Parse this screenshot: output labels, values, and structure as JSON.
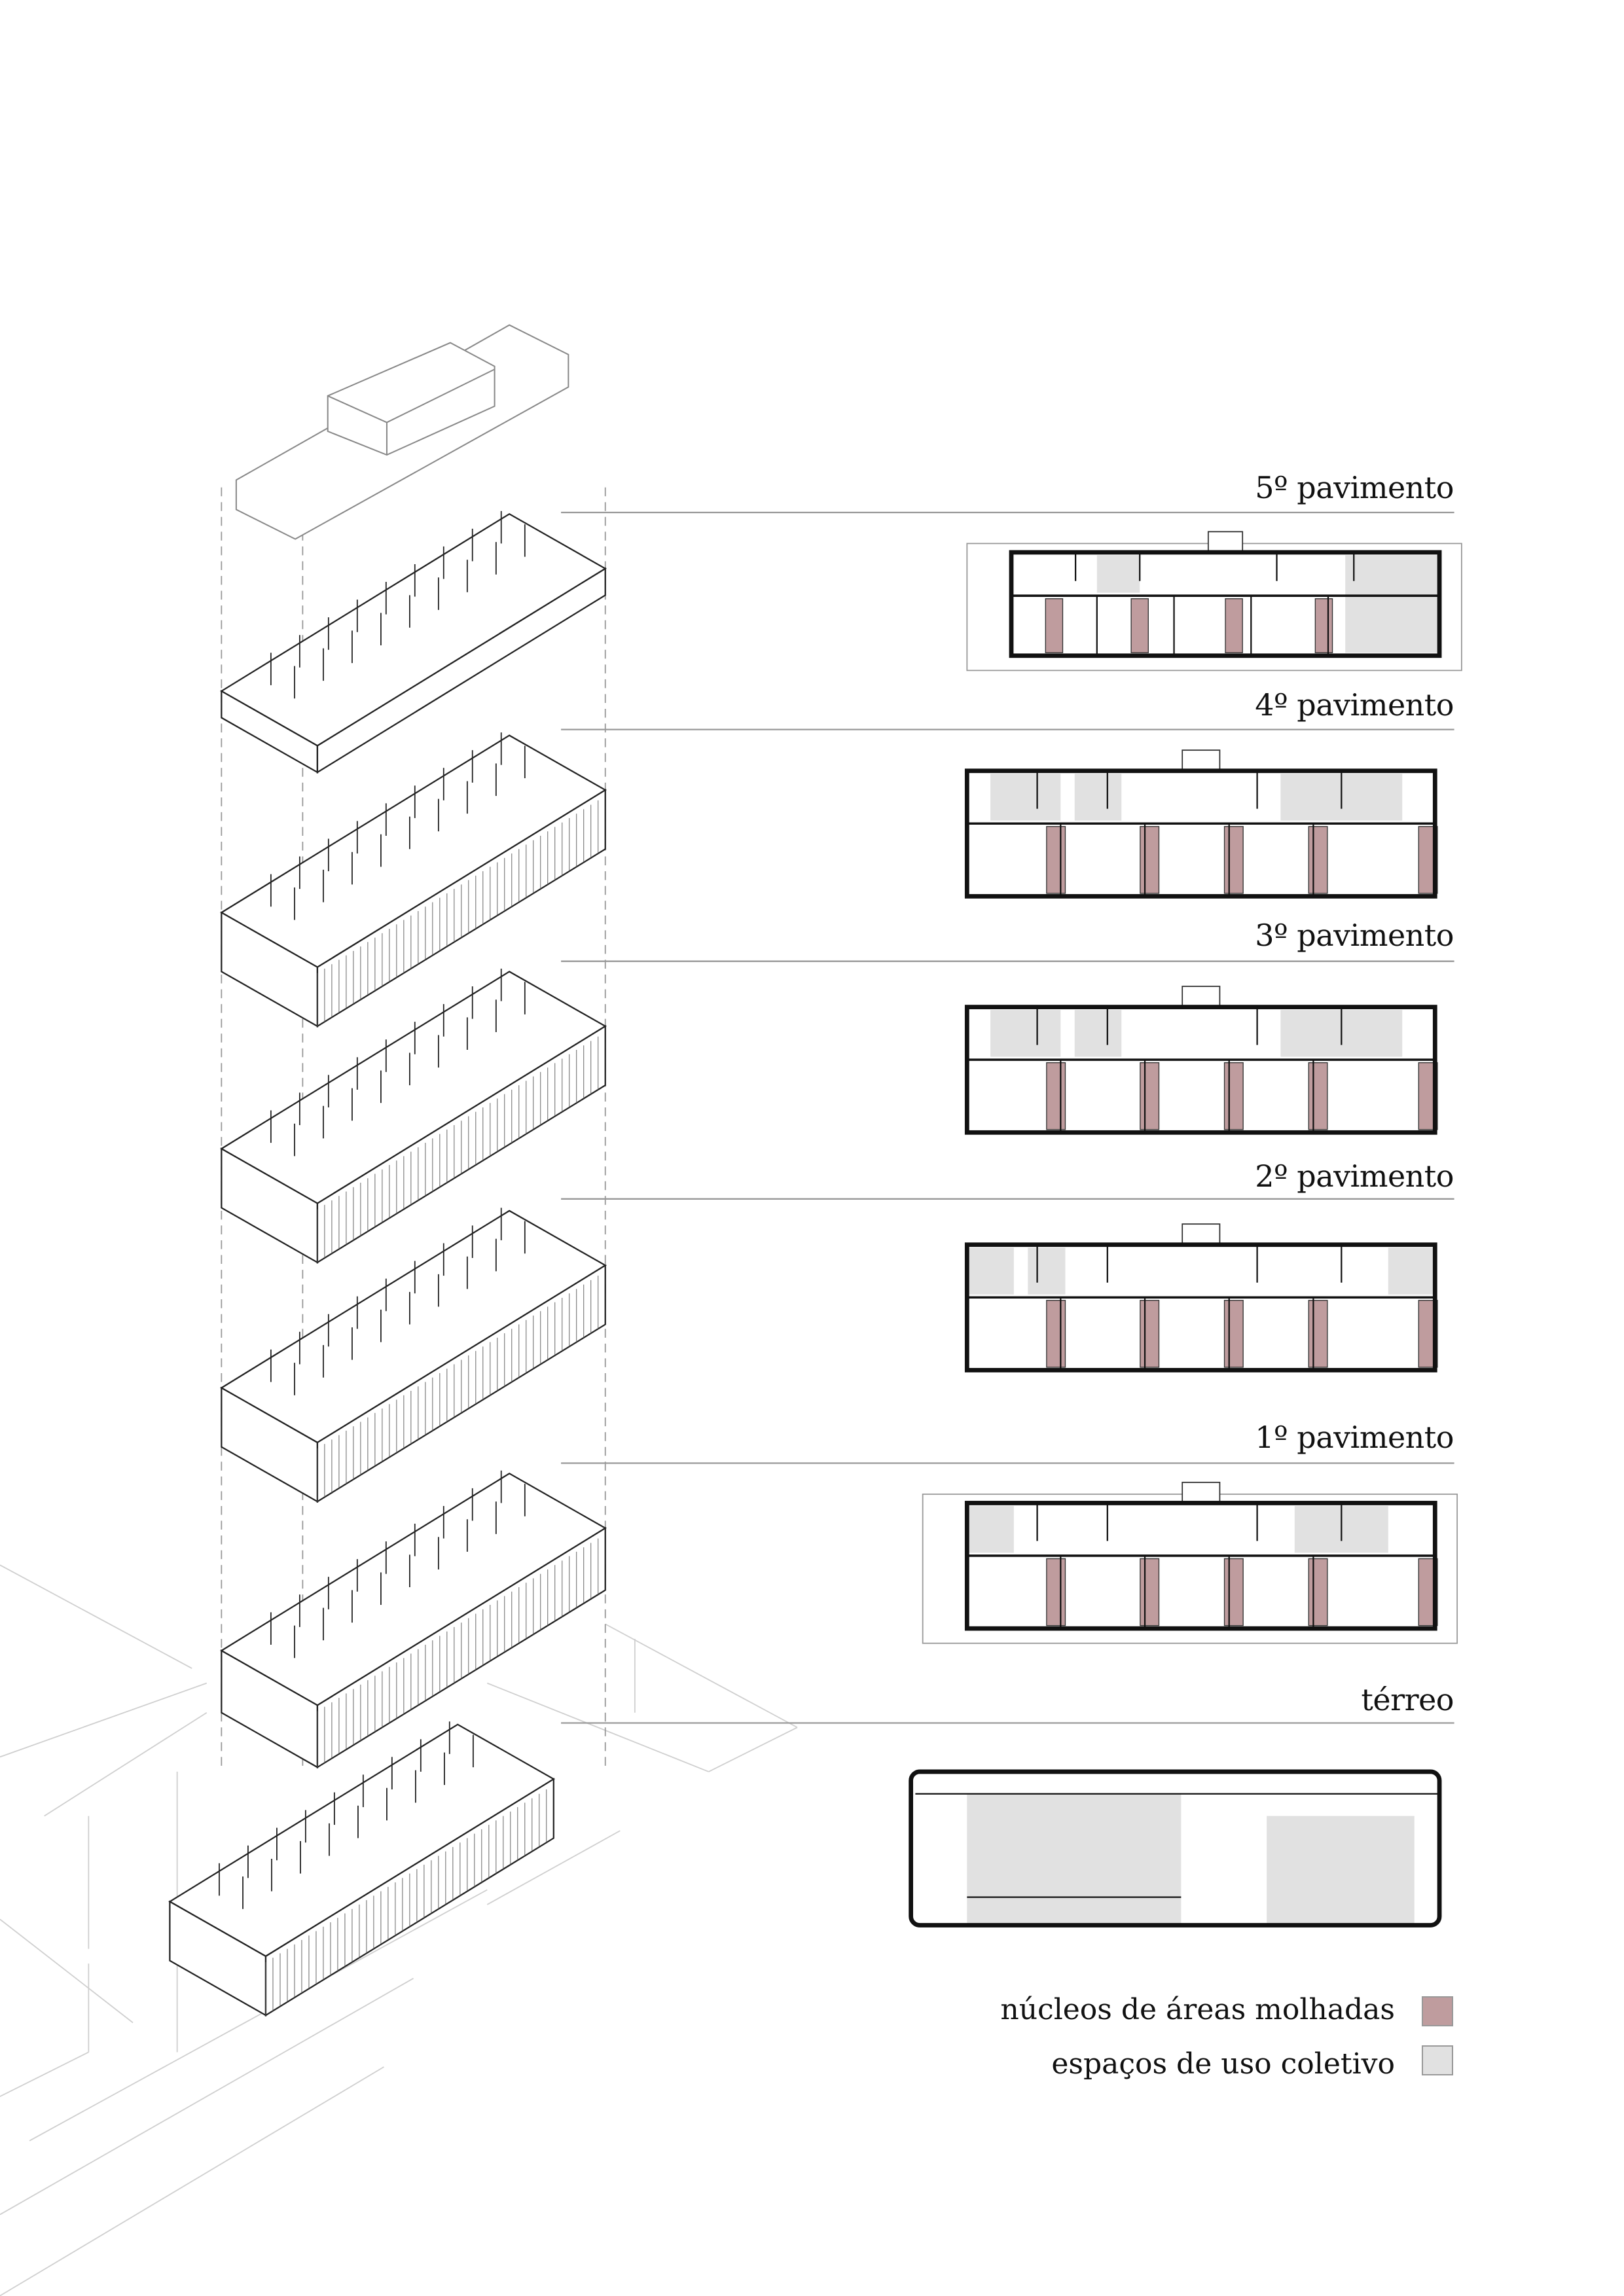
{
  "floors": [
    {
      "label": "5º pavimento"
    },
    {
      "label": "4º pavimento"
    },
    {
      "label": "3º pavimento"
    },
    {
      "label": "2º pavimento"
    },
    {
      "label": "1º pavimento"
    },
    {
      "label": "térreo"
    }
  ],
  "legend": [
    {
      "label": "núcleos de áreas molhadas",
      "color": "#bf9c9e"
    },
    {
      "label": "espaços de uso coletivo",
      "color": "#e1e1e1"
    }
  ]
}
